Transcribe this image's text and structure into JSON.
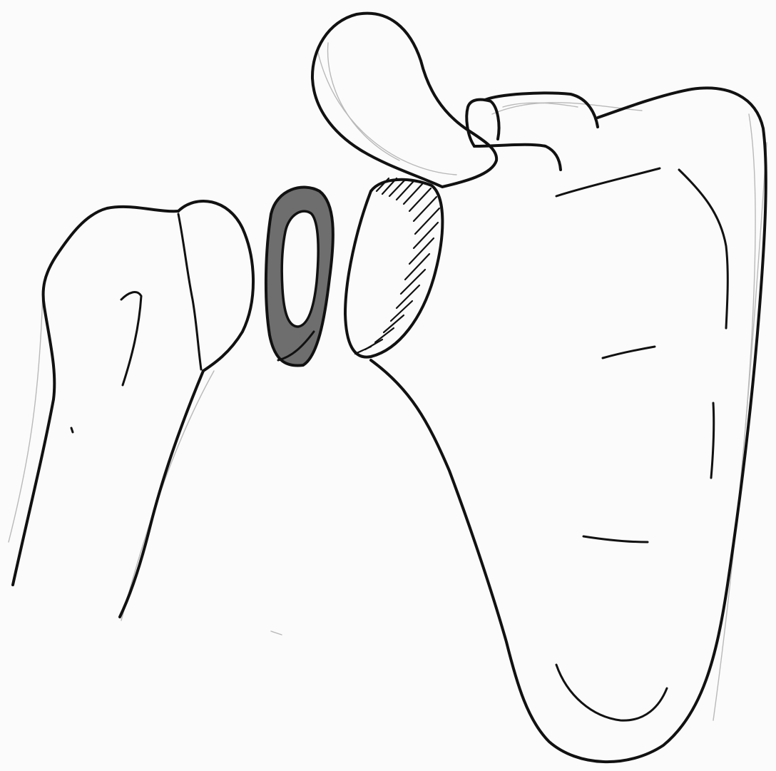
{
  "drawing": {
    "style": "black ink sketch on white paper",
    "elements": [
      "humeral-head",
      "labrum-ring",
      "glenoid-fossa",
      "coracoid-process",
      "acromion-process",
      "scapula-body"
    ]
  },
  "colors": {
    "paper": "#fbfbfb",
    "ink": "#111111",
    "labrum_fill": "#6e6e6e",
    "pencil": "#b9b9b9"
  }
}
